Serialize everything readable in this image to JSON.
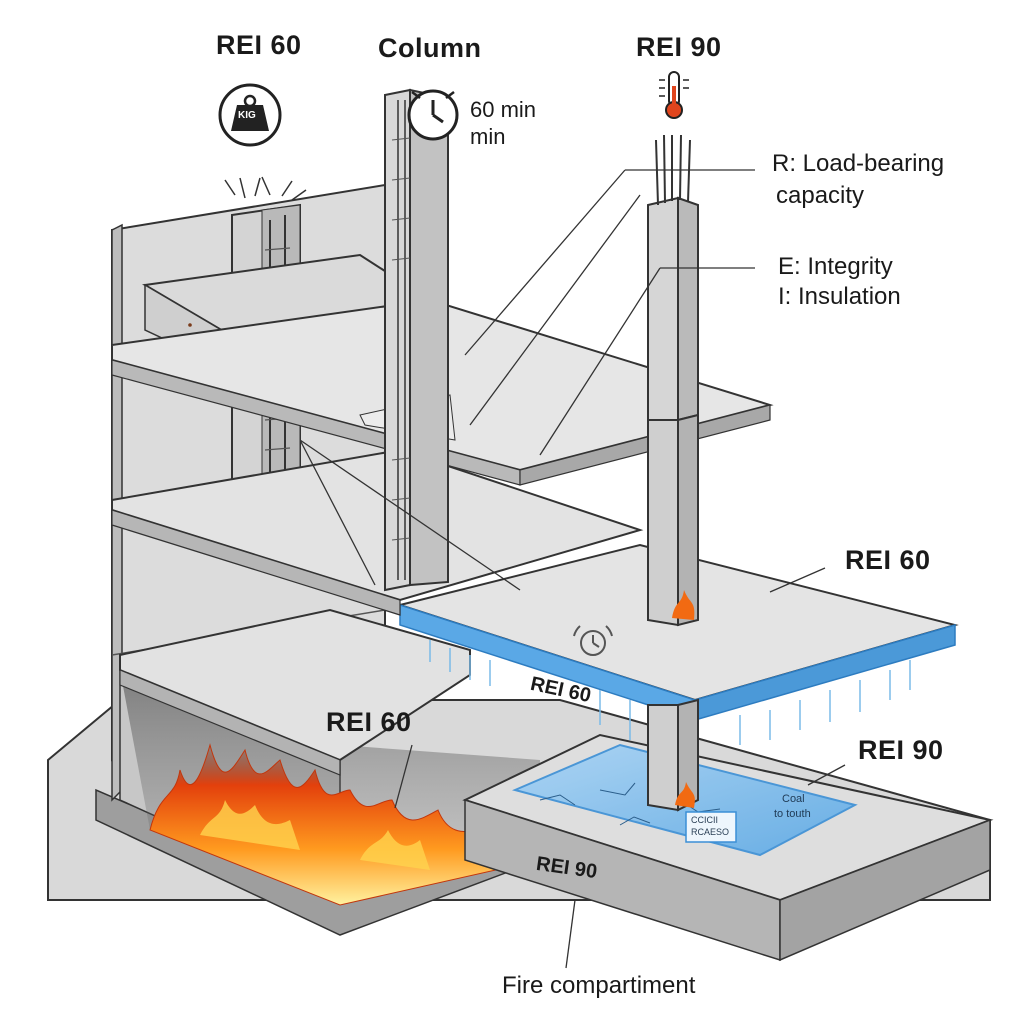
{
  "labels": {
    "rei60_top": "REI 60",
    "column": "Column",
    "rei90_top": "REI 90",
    "weight_text": "KIG",
    "min_line1": "60 min",
    "min_line2": "min",
    "r_line1": "R: Load-bearing",
    "r_line2": "capacity",
    "e_line": "E: Integrity",
    "i_line": "I: Insulation",
    "rei60_right": "REI 60",
    "rei60_slab": "REI 60",
    "rei60_left": "REI 60",
    "rei90_right": "REI 90",
    "rei90_floor": "REI 90",
    "coal_line1": "Coal",
    "coal_line2": "to touth",
    "card_line1": "CCICII",
    "card_line2": "RCAESO",
    "fire_compartment": "Fire compartiment"
  },
  "colors": {
    "concrete": "#d6d6d6",
    "concrete_dark": "#a9a9a9",
    "fire": "#f26a12",
    "cool_blue": "#5aa8e6",
    "line": "#333333"
  },
  "icons": [
    "weight-icon",
    "timer-icon",
    "thermometer-icon",
    "small-timer-icon"
  ]
}
